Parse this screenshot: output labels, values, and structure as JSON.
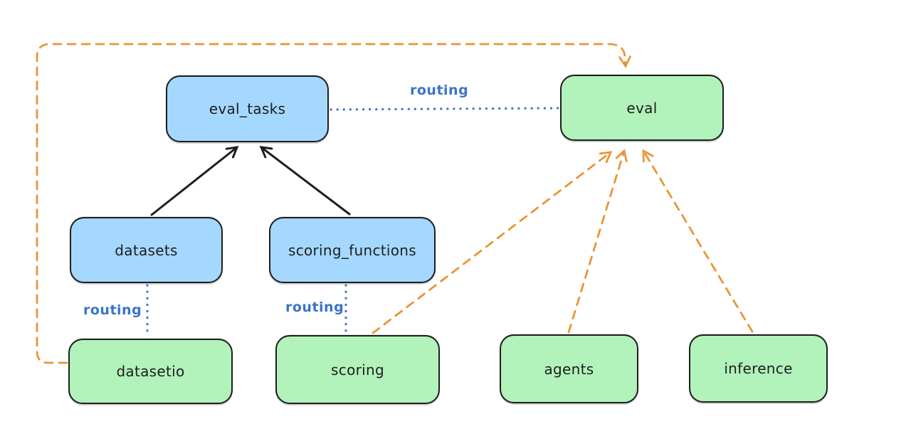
{
  "diagram": {
    "colors": {
      "stroke": "#1e1e1e",
      "blue_fill": "#a5d8ff",
      "green_fill": "#b2f2bb",
      "routing_blue": "#3b74c8",
      "orange": "#e99537",
      "canvas_bg": "#ffffff"
    },
    "nodes": [
      {
        "id": "eval_tasks",
        "label": "eval_tasks",
        "fill": "blue"
      },
      {
        "id": "eval",
        "label": "eval",
        "fill": "green"
      },
      {
        "id": "datasets",
        "label": "datasets",
        "fill": "blue"
      },
      {
        "id": "scoring_functions",
        "label": "scoring_functions",
        "fill": "blue"
      },
      {
        "id": "datasetio",
        "label": "datasetio",
        "fill": "green"
      },
      {
        "id": "scoring",
        "label": "scoring",
        "fill": "green"
      },
      {
        "id": "agents",
        "label": "agents",
        "fill": "green"
      },
      {
        "id": "inference",
        "label": "inference",
        "fill": "green"
      }
    ],
    "edges": [
      {
        "from": "datasets",
        "to": "eval_tasks",
        "style": "solid",
        "color": "black"
      },
      {
        "from": "scoring_functions",
        "to": "eval_tasks",
        "style": "solid",
        "color": "black"
      },
      {
        "from": "eval_tasks",
        "to": "eval",
        "style": "dotted",
        "color": "blue",
        "label": "routing"
      },
      {
        "from": "datasets",
        "to": "datasetio",
        "style": "dotted",
        "color": "blue",
        "label": "routing"
      },
      {
        "from": "scoring_functions",
        "to": "scoring",
        "style": "dotted",
        "color": "blue",
        "label": "routing"
      },
      {
        "from": "datasetio",
        "to": "eval",
        "style": "dashed",
        "color": "orange"
      },
      {
        "from": "scoring",
        "to": "eval",
        "style": "dashed",
        "color": "orange"
      },
      {
        "from": "agents",
        "to": "eval",
        "style": "dashed",
        "color": "orange"
      },
      {
        "from": "inference",
        "to": "eval",
        "style": "dashed",
        "color": "orange"
      }
    ]
  }
}
